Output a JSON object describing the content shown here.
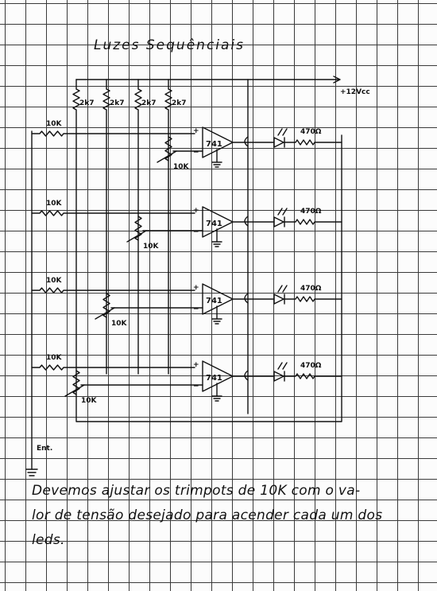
{
  "title": "Luzes Sequênciais",
  "supply_label": "+12Vcc",
  "input_label": "Ent.",
  "divider_resistors": [
    "2k7",
    "2k7",
    "2k7",
    "2k7"
  ],
  "stages": [
    {
      "input_resistor": "10K",
      "opamp": "741",
      "trimpot": "10K",
      "led_resistor": "470Ω"
    },
    {
      "input_resistor": "10K",
      "opamp": "741",
      "trimpot": "10K",
      "led_resistor": "470Ω"
    },
    {
      "input_resistor": "10K",
      "opamp": "741",
      "trimpot": "10K",
      "led_resistor": "470Ω"
    },
    {
      "input_resistor": "10K",
      "opamp": "741",
      "trimpot": "10K",
      "led_resistor": "470Ω"
    }
  ],
  "note_lines": [
    "Devemos ajustar os trimpots de 10K com o va-",
    "lor de tensão desejado para acender cada um dos",
    "leds."
  ]
}
